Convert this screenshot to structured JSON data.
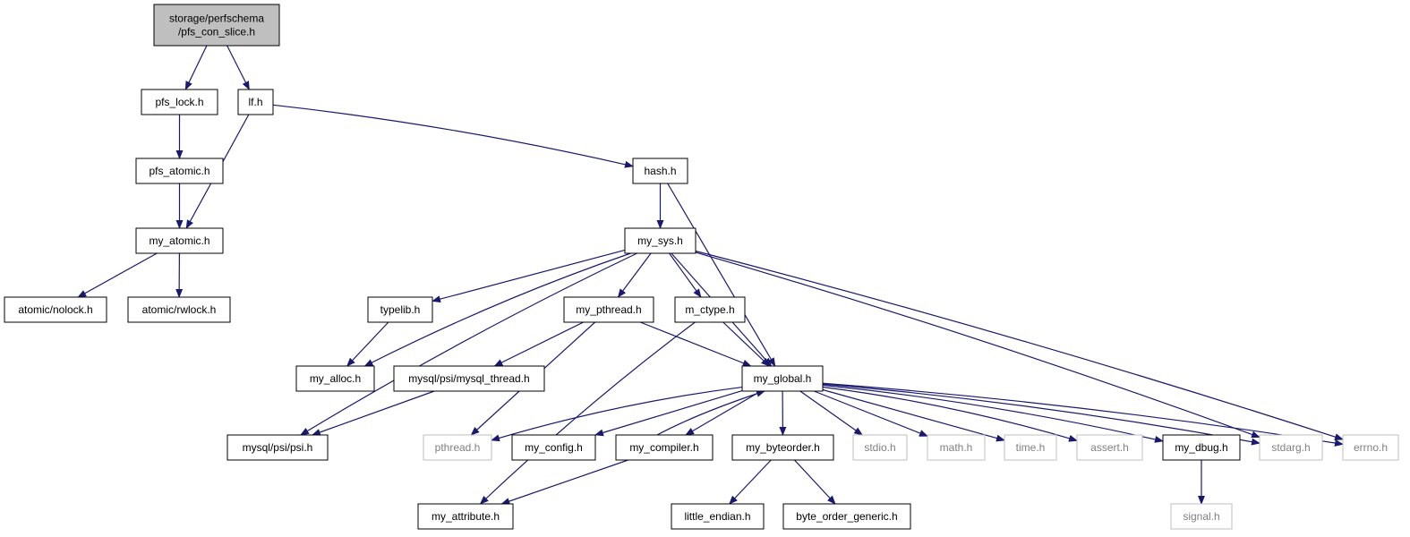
{
  "diagram": {
    "nodes": [
      {
        "id": "root",
        "lines": [
          "storage/perfschema",
          "/pfs_con_slice.h"
        ],
        "style": "root"
      },
      {
        "id": "pfs_lock",
        "lines": [
          "pfs_lock.h"
        ],
        "style": "normal"
      },
      {
        "id": "lf",
        "lines": [
          "lf.h"
        ],
        "style": "normal"
      },
      {
        "id": "pfs_atomic",
        "lines": [
          "pfs_atomic.h"
        ],
        "style": "normal"
      },
      {
        "id": "hash",
        "lines": [
          "hash.h"
        ],
        "style": "normal"
      },
      {
        "id": "my_atomic",
        "lines": [
          "my_atomic.h"
        ],
        "style": "normal"
      },
      {
        "id": "my_sys",
        "lines": [
          "my_sys.h"
        ],
        "style": "normal"
      },
      {
        "id": "atomic_nolock",
        "lines": [
          "atomic/nolock.h"
        ],
        "style": "normal"
      },
      {
        "id": "atomic_rwlock",
        "lines": [
          "atomic/rwlock.h"
        ],
        "style": "normal"
      },
      {
        "id": "typelib",
        "lines": [
          "typelib.h"
        ],
        "style": "normal"
      },
      {
        "id": "my_pthread",
        "lines": [
          "my_pthread.h"
        ],
        "style": "normal"
      },
      {
        "id": "m_ctype",
        "lines": [
          "m_ctype.h"
        ],
        "style": "normal"
      },
      {
        "id": "my_alloc",
        "lines": [
          "my_alloc.h"
        ],
        "style": "normal"
      },
      {
        "id": "mysql_thread",
        "lines": [
          "mysql/psi/mysql_thread.h"
        ],
        "style": "normal"
      },
      {
        "id": "my_global",
        "lines": [
          "my_global.h"
        ],
        "style": "normal"
      },
      {
        "id": "psi",
        "lines": [
          "mysql/psi/psi.h"
        ],
        "style": "normal"
      },
      {
        "id": "pthread",
        "lines": [
          "pthread.h"
        ],
        "style": "gray"
      },
      {
        "id": "my_config",
        "lines": [
          "my_config.h"
        ],
        "style": "normal"
      },
      {
        "id": "my_compiler",
        "lines": [
          "my_compiler.h"
        ],
        "style": "normal"
      },
      {
        "id": "my_byteorder",
        "lines": [
          "my_byteorder.h"
        ],
        "style": "normal"
      },
      {
        "id": "stdio",
        "lines": [
          "stdio.h"
        ],
        "style": "gray"
      },
      {
        "id": "math",
        "lines": [
          "math.h"
        ],
        "style": "gray"
      },
      {
        "id": "time",
        "lines": [
          "time.h"
        ],
        "style": "gray"
      },
      {
        "id": "assert",
        "lines": [
          "assert.h"
        ],
        "style": "gray"
      },
      {
        "id": "my_dbug",
        "lines": [
          "my_dbug.h"
        ],
        "style": "normal"
      },
      {
        "id": "stdarg",
        "lines": [
          "stdarg.h"
        ],
        "style": "gray"
      },
      {
        "id": "errno",
        "lines": [
          "errno.h"
        ],
        "style": "gray"
      },
      {
        "id": "my_attribute",
        "lines": [
          "my_attribute.h"
        ],
        "style": "normal"
      },
      {
        "id": "little_endian",
        "lines": [
          "little_endian.h"
        ],
        "style": "normal"
      },
      {
        "id": "byte_order_generic",
        "lines": [
          "byte_order_generic.h"
        ],
        "style": "normal"
      },
      {
        "id": "signal",
        "lines": [
          "signal.h"
        ],
        "style": "gray"
      }
    ],
    "edges": [
      [
        "root",
        "pfs_lock"
      ],
      [
        "root",
        "lf"
      ],
      [
        "pfs_lock",
        "pfs_atomic"
      ],
      [
        "pfs_atomic",
        "my_atomic"
      ],
      [
        "lf",
        "my_atomic"
      ],
      [
        "lf",
        "hash"
      ],
      [
        "my_atomic",
        "atomic_nolock"
      ],
      [
        "my_atomic",
        "atomic_rwlock"
      ],
      [
        "hash",
        "my_sys"
      ],
      [
        "hash",
        "my_global"
      ],
      [
        "my_sys",
        "typelib"
      ],
      [
        "my_sys",
        "my_pthread"
      ],
      [
        "my_sys",
        "m_ctype"
      ],
      [
        "my_sys",
        "my_alloc"
      ],
      [
        "my_sys",
        "psi"
      ],
      [
        "my_sys",
        "my_global"
      ],
      [
        "my_sys",
        "stdarg"
      ],
      [
        "my_sys",
        "errno"
      ],
      [
        "typelib",
        "my_alloc"
      ],
      [
        "my_pthread",
        "mysql_thread"
      ],
      [
        "my_pthread",
        "pthread"
      ],
      [
        "my_pthread",
        "my_global"
      ],
      [
        "m_ctype",
        "my_global"
      ],
      [
        "m_ctype",
        "my_attribute"
      ],
      [
        "mysql_thread",
        "psi"
      ],
      [
        "my_global",
        "pthread"
      ],
      [
        "my_global",
        "my_config"
      ],
      [
        "my_global",
        "my_compiler"
      ],
      [
        "my_global",
        "my_byteorder"
      ],
      [
        "my_global",
        "stdio"
      ],
      [
        "my_global",
        "math"
      ],
      [
        "my_global",
        "time"
      ],
      [
        "my_global",
        "assert"
      ],
      [
        "my_global",
        "my_dbug"
      ],
      [
        "my_global",
        "stdarg"
      ],
      [
        "my_global",
        "errno"
      ],
      [
        "my_compiler",
        "my_global"
      ],
      [
        "my_compiler",
        "my_attribute"
      ],
      [
        "my_byteorder",
        "little_endian"
      ],
      [
        "my_byteorder",
        "byte_order_generic"
      ],
      [
        "my_dbug",
        "signal"
      ]
    ]
  }
}
